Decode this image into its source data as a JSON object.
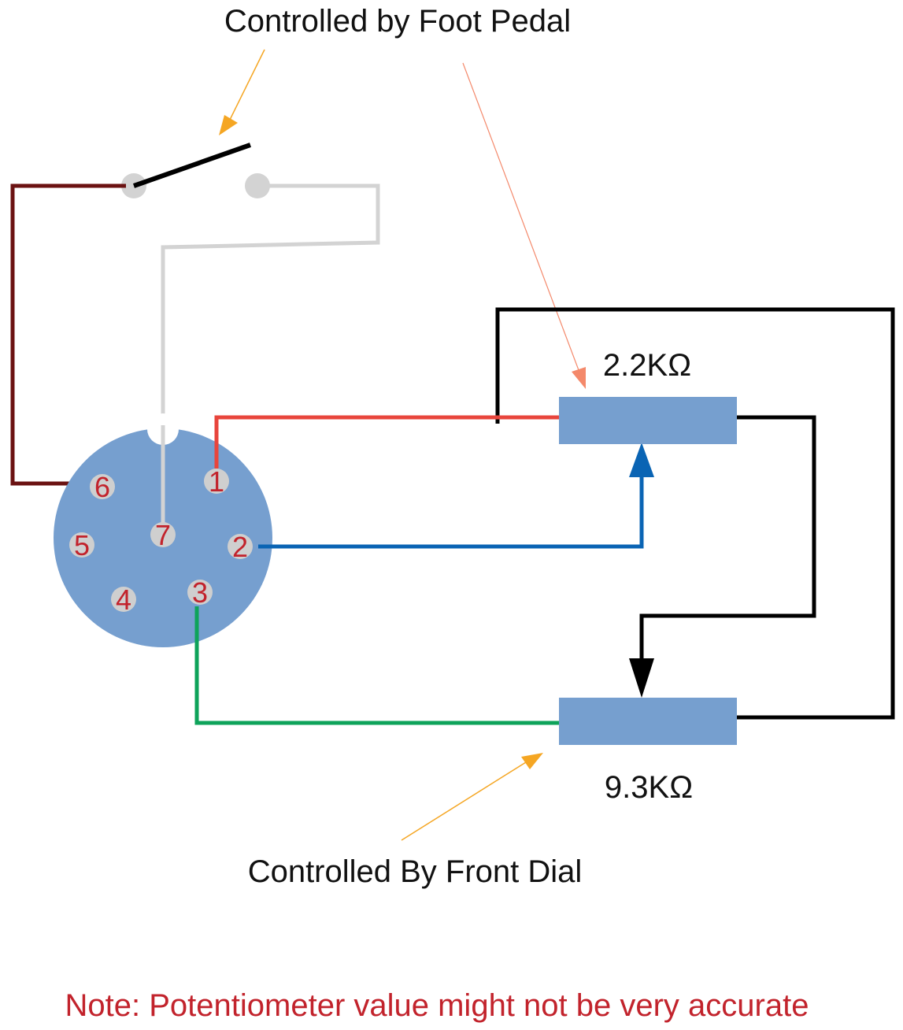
{
  "labels": {
    "foot_pedal": "Controlled by Foot Pedal",
    "front_dial": "Controlled By Front Dial",
    "pot_top_value": "2.2KΩ",
    "pot_bottom_value": "9.3KΩ",
    "note": "Note: Potentiometer value might not be very accurate"
  },
  "connector": {
    "pins": [
      {
        "id": "1",
        "label": "1"
      },
      {
        "id": "2",
        "label": "2"
      },
      {
        "id": "3",
        "label": "3"
      },
      {
        "id": "4",
        "label": "4"
      },
      {
        "id": "5",
        "label": "5"
      },
      {
        "id": "6",
        "label": "6"
      },
      {
        "id": "7",
        "label": "7"
      }
    ]
  },
  "colors": {
    "connector_body": "#769fcf",
    "pin_face": "#cfcfcf",
    "pin_text": "#c2232c",
    "pot_body": "#769fcf",
    "wire_dark_red": "#6b1212",
    "wire_gray": "#d3d3d3",
    "wire_red": "#e8453c",
    "wire_blue": "#0a64b4",
    "wire_green": "#0ea35a",
    "wire_black": "#000000",
    "arrow_orange": "#f5a623",
    "arrow_salmon": "#f4896b",
    "note_text": "#c2232c"
  }
}
